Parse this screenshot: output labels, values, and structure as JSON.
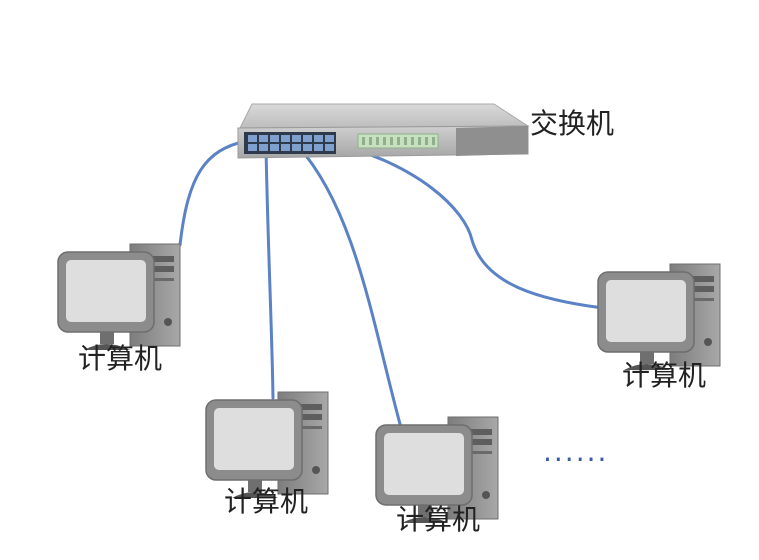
{
  "diagram": {
    "switch_label": "交换机",
    "computer_labels": [
      "计算机",
      "计算机",
      "计算机",
      "计算机"
    ],
    "ellipsis": "······"
  },
  "colors": {
    "cable": "#5a82c4",
    "device_gray": "#9a9a9a",
    "screen": "#dcdcdc",
    "ellipsis": "#3d5aa8"
  }
}
